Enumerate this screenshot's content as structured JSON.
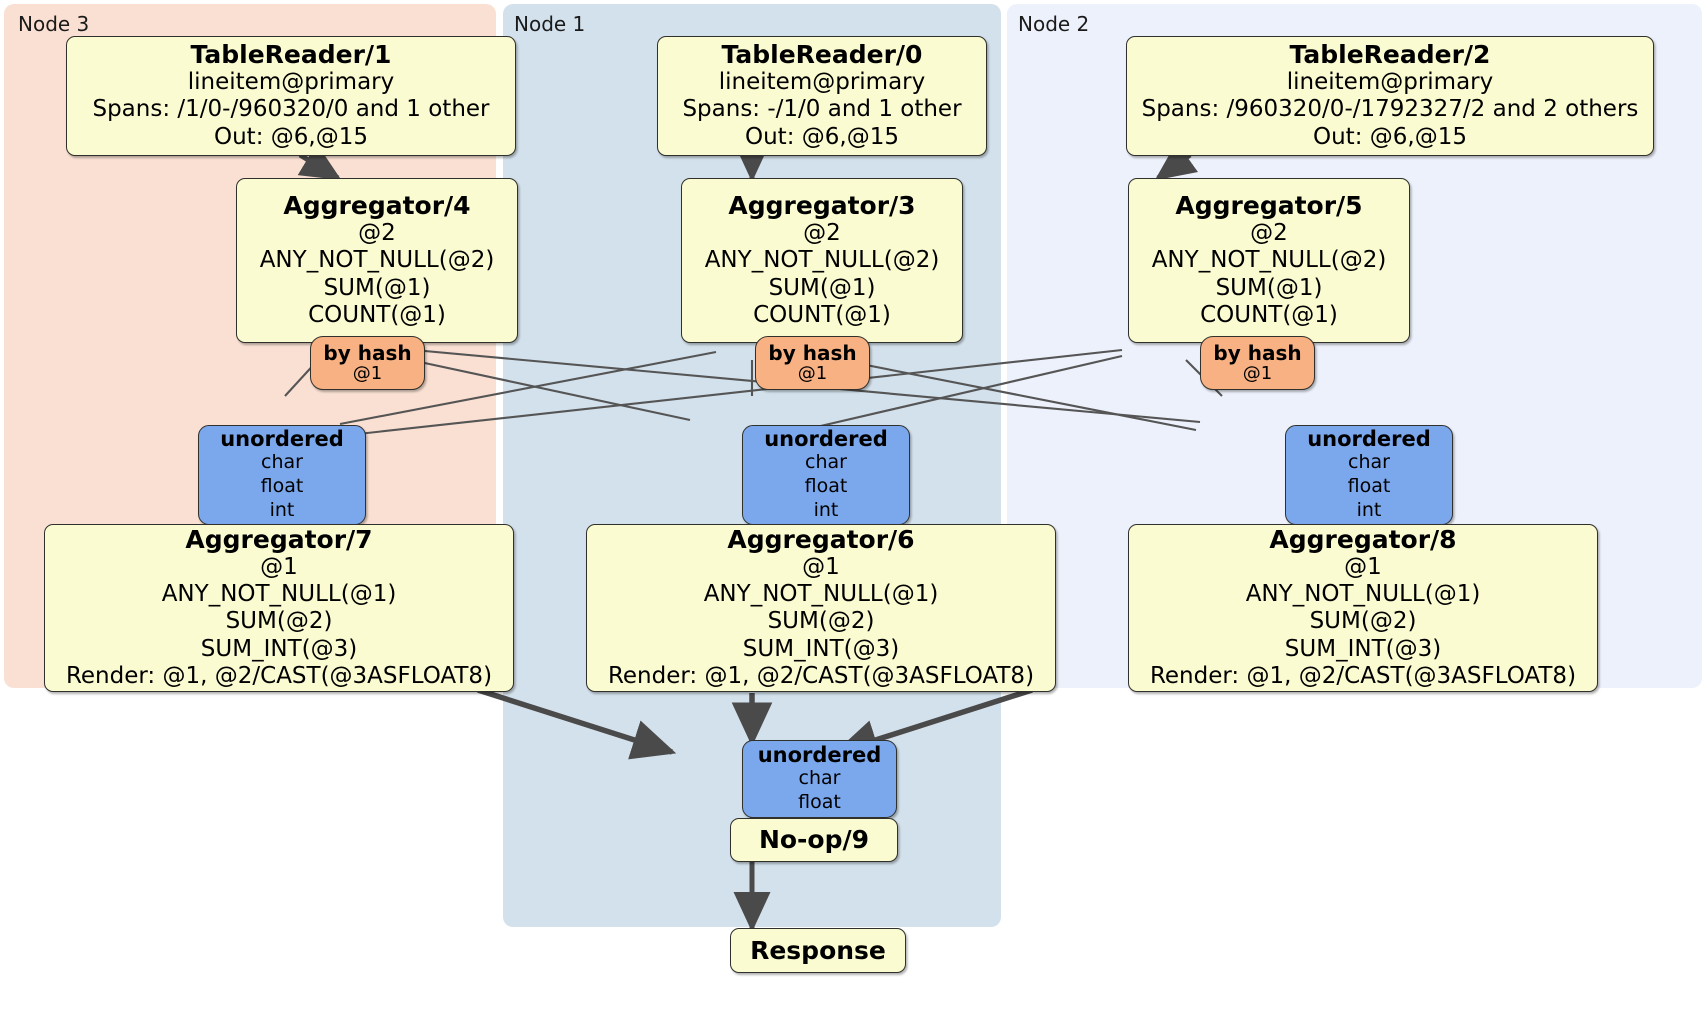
{
  "diagram": {
    "title": "Distributed SQL query plan",
    "colors": {
      "node3_panel": "#fae0d3",
      "node1_panel": "#d3e1ec",
      "node2_panel": "#edf1fb",
      "processor": "#fbfbd2",
      "router": "#f7b183",
      "stream": "#7ba7ec",
      "edge": "#4a4a4a",
      "border": "#30302c"
    },
    "panels": [
      {
        "id": "node3",
        "label": "Node 3"
      },
      {
        "id": "node1",
        "label": "Node 1"
      },
      {
        "id": "node2",
        "label": "Node 2"
      }
    ],
    "nodes": {
      "tablereader1": {
        "title": "TableReader/1",
        "lines": [
          "lineitem@primary",
          "Spans: /1/0-/960320/0 and 1 other",
          "Out: @6,@15"
        ]
      },
      "tablereader0": {
        "title": "TableReader/0",
        "lines": [
          "lineitem@primary",
          "Spans: -/1/0 and 1 other",
          "Out: @6,@15"
        ]
      },
      "tablereader2": {
        "title": "TableReader/2",
        "lines": [
          "lineitem@primary",
          "Spans: /960320/0-/1792327/2 and 2 others",
          "Out: @6,@15"
        ]
      },
      "aggregator4": {
        "title": "Aggregator/4",
        "lines": [
          "@2",
          "ANY_NOT_NULL(@2)",
          "SUM(@1)",
          "COUNT(@1)"
        ]
      },
      "aggregator3": {
        "title": "Aggregator/3",
        "lines": [
          "@2",
          "ANY_NOT_NULL(@2)",
          "SUM(@1)",
          "COUNT(@1)"
        ]
      },
      "aggregator5": {
        "title": "Aggregator/5",
        "lines": [
          "@2",
          "ANY_NOT_NULL(@2)",
          "SUM(@1)",
          "COUNT(@1)"
        ]
      },
      "byhash_left": {
        "title": "by hash",
        "lines": [
          "@1"
        ]
      },
      "byhash_mid": {
        "title": "by hash",
        "lines": [
          "@1"
        ]
      },
      "byhash_right": {
        "title": "by hash",
        "lines": [
          "@1"
        ]
      },
      "unordered_left": {
        "title": "unordered",
        "lines": [
          "char",
          "float",
          "int"
        ]
      },
      "unordered_mid": {
        "title": "unordered",
        "lines": [
          "char",
          "float",
          "int"
        ]
      },
      "unordered_right": {
        "title": "unordered",
        "lines": [
          "char",
          "float",
          "int"
        ]
      },
      "aggregator7": {
        "title": "Aggregator/7",
        "lines": [
          "@1",
          "ANY_NOT_NULL(@1)",
          "SUM(@2)",
          "SUM_INT(@3)",
          "Render: @1, @2/CAST(@3ASFLOAT8)"
        ]
      },
      "aggregator6": {
        "title": "Aggregator/6",
        "lines": [
          "@1",
          "ANY_NOT_NULL(@1)",
          "SUM(@2)",
          "SUM_INT(@3)",
          "Render: @1, @2/CAST(@3ASFLOAT8)"
        ]
      },
      "aggregator8": {
        "title": "Aggregator/8",
        "lines": [
          "@1",
          "ANY_NOT_NULL(@1)",
          "SUM(@2)",
          "SUM_INT(@3)",
          "Render: @1, @2/CAST(@3ASFLOAT8)"
        ]
      },
      "unordered_final": {
        "title": "unordered",
        "lines": [
          "char",
          "float"
        ]
      },
      "noop9": {
        "title": "No-op/9",
        "lines": []
      },
      "response": {
        "title": "Response",
        "lines": []
      }
    }
  }
}
